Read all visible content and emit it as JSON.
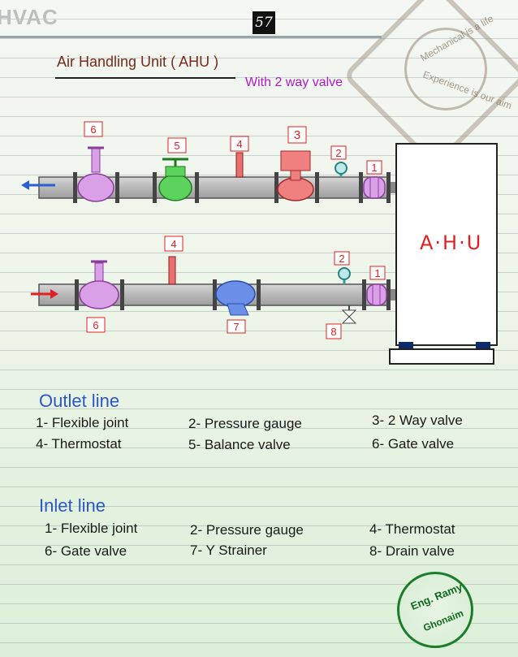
{
  "header": {
    "brand": "HVAC",
    "page_number": "57",
    "title": "Air Handling Unit ( AHU )",
    "subtitle": "With 2 way valve"
  },
  "diagram": {
    "ahu_label": "A·H·U",
    "outlet_tags": [
      "6",
      "5",
      "4",
      "3",
      "2",
      "1"
    ],
    "inlet_tags": [
      "4",
      "2",
      "1",
      "6",
      "7",
      "8"
    ]
  },
  "outlet_legend": {
    "heading": "Outlet line",
    "items": [
      "1- Flexible joint",
      "2- Pressure gauge",
      "3- 2 Way valve",
      "4- Thermostat",
      "5- Balance valve",
      "6- Gate valve"
    ]
  },
  "inlet_legend": {
    "heading": "Inlet line",
    "items": [
      "1- Flexible joint",
      "2- Pressure gauge",
      "4- Thermostat",
      "6- Gate valve",
      "7- Y  Strainer",
      "8- Drain valve"
    ]
  },
  "watermark": {
    "top": "Mechanical is a life",
    "bottom": "Experience is our aim"
  },
  "author_logo": {
    "line1": "Eng. Ramy",
    "line2": "Ghonaim"
  },
  "colors": {
    "title": "#7a2a1a",
    "subtitle": "#b11bc9",
    "heading": "#2b57c8",
    "tag": "#e02020",
    "outlet_arrow": "#2a5fd0",
    "inlet_arrow": "#e02020",
    "gate_valve": "#d9a0e8",
    "balance_valve": "#5cd35c",
    "two_way_valve": "#f08080",
    "strainer": "#6b8fe8"
  }
}
